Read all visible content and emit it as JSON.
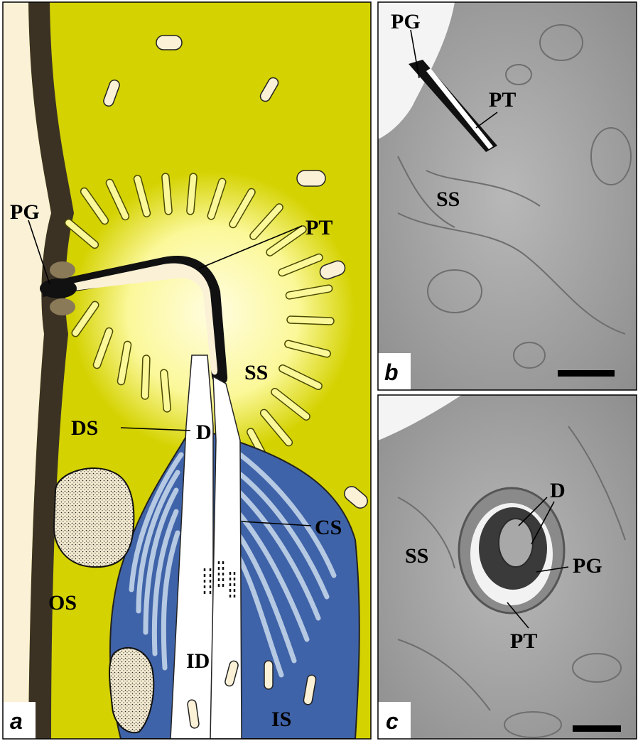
{
  "panels": {
    "a": {
      "letter": "a",
      "labels": {
        "pg": "PG",
        "pt": "PT",
        "ss": "SS",
        "ds": "DS",
        "d": "D",
        "cs": "CS",
        "os": "OS",
        "id": "ID",
        "is": "IS"
      }
    },
    "b": {
      "letter": "b",
      "labels": {
        "pg": "PG",
        "pt": "PT",
        "ss": "SS"
      }
    },
    "c": {
      "letter": "c",
      "labels": {
        "d": "D",
        "ss": "SS",
        "pg": "PG",
        "pt": "PT"
      }
    }
  },
  "colors": {
    "background_yellow": "#d4d200",
    "cuticle_dark": "#3b3224",
    "cuticle_pale": "#fbf1d6",
    "sheath_yellow": "#fbf89a",
    "inner_blue": "#3f63a8",
    "light_blue": "#b6c9e3",
    "em_gray": "#a9a9a9"
  }
}
